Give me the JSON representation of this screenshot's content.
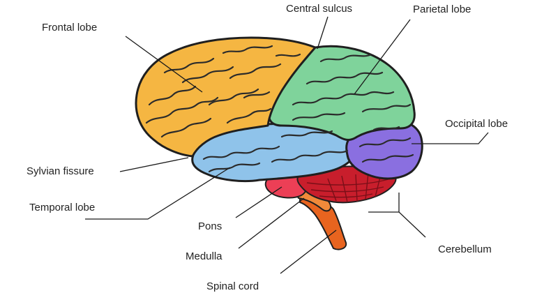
{
  "labels": {
    "frontal_lobe": "Frontal lobe",
    "central_sulcus": "Central sulcus",
    "parietal_lobe": "Parietal lobe",
    "occipital_lobe": "Occipital lobe",
    "sylvian_fissure": "Sylvian fissure",
    "temporal_lobe": "Temporal lobe",
    "pons": "Pons",
    "medulla": "Medulla",
    "spinal_cord": "Spinal cord",
    "cerebellum": "Cerebellum"
  },
  "colors": {
    "frontal": "#f5b642",
    "parietal": "#7fd39b",
    "occipital": "#8a6fe0",
    "temporal": "#8fc3ea",
    "cerebellum": "#c81e2c",
    "pons": "#ec3f56",
    "brainstem": "#e8641f"
  }
}
